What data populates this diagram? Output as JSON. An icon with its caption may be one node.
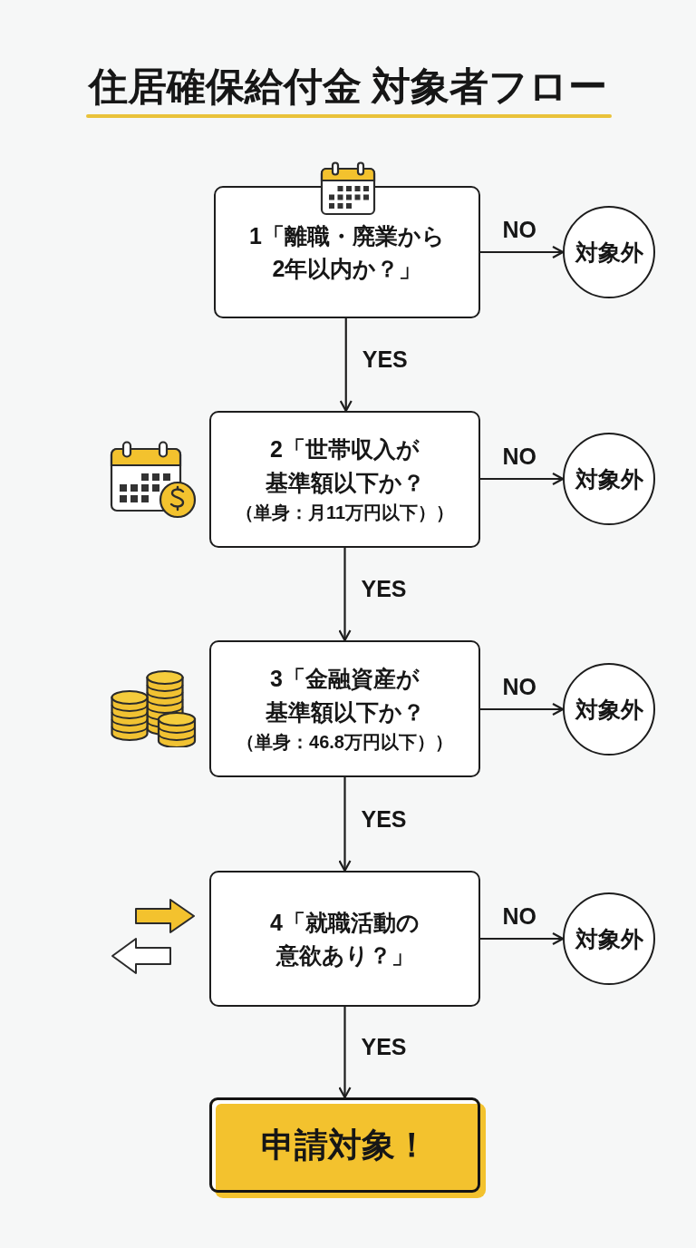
{
  "diagram": {
    "title": "住居確保給付金 対象者フロー",
    "nodes": [
      {
        "text": [
          "1「離職・廃業から2年以内か？」"
        ]
      },
      {
        "text": [
          "対象外"
        ]
      },
      {
        "text": [
          "2「世帯収入が基準額以下か？",
          "（単身：月11万円以下））"
        ]
      },
      {
        "text": [
          "対象外"
        ]
      },
      {
        "text": [
          "3「金融資産が基準額以下か？",
          "（単身：46.8万円以下））"
        ]
      },
      {
        "text": [
          "対象外"
        ]
      },
      {
        "text": [
          "4「就職活動の意欲あり？」"
        ]
      },
      {
        "text": [
          "対象外"
        ]
      },
      {
        "text": [
          "申請対象！"
        ]
      }
    ],
    "edges": [
      {
        "from": 0,
        "to": 1,
        "arrow": "to",
        "label": "NO"
      },
      {
        "from": 0,
        "to": 2,
        "arrow": "to",
        "label": "YES"
      },
      {
        "from": 2,
        "to": 3,
        "arrow": "to",
        "label": "NO"
      },
      {
        "from": 2,
        "to": 4,
        "arrow": "to",
        "label": "YES"
      },
      {
        "from": 4,
        "to": 5,
        "arrow": "to",
        "label": "NO"
      },
      {
        "from": 4,
        "to": 6,
        "arrow": "to",
        "label": "YES"
      },
      {
        "from": 6,
        "to": 7,
        "arrow": "to",
        "label": "NO"
      },
      {
        "from": 6,
        "to": 8,
        "arrow": "to",
        "label": "YES"
      }
    ]
  }
}
